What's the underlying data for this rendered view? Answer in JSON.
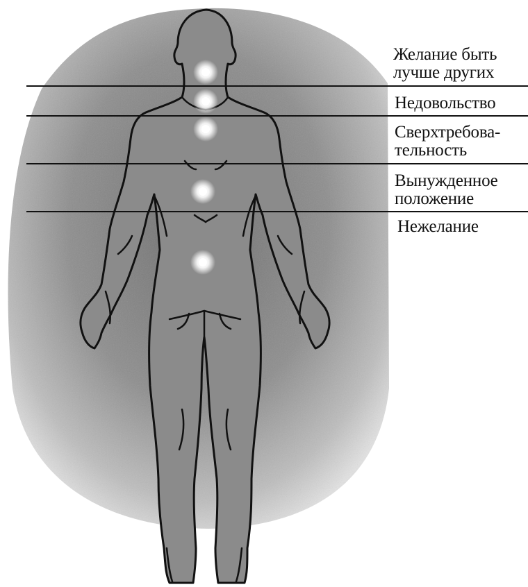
{
  "labels": [
    {
      "id": "desire",
      "lines": [
        "Желание быть",
        "лучше других"
      ]
    },
    {
      "id": "discontent",
      "lines": [
        "Недовольство"
      ]
    },
    {
      "id": "overdemanding",
      "lines": [
        "Сверхтребова-",
        "тельность"
      ]
    },
    {
      "id": "forced",
      "lines": [
        "Вынужденное",
        "положение"
      ]
    },
    {
      "id": "unwillingness",
      "lines": [
        "Нежелание"
      ]
    }
  ],
  "colors": {
    "aura_center": "#7a7a7a",
    "aura_edge": "#d6d6d6",
    "body_fill": "#8d8d8d",
    "outline": "#111111",
    "spot": "#ffffff",
    "rule": "#111111"
  }
}
